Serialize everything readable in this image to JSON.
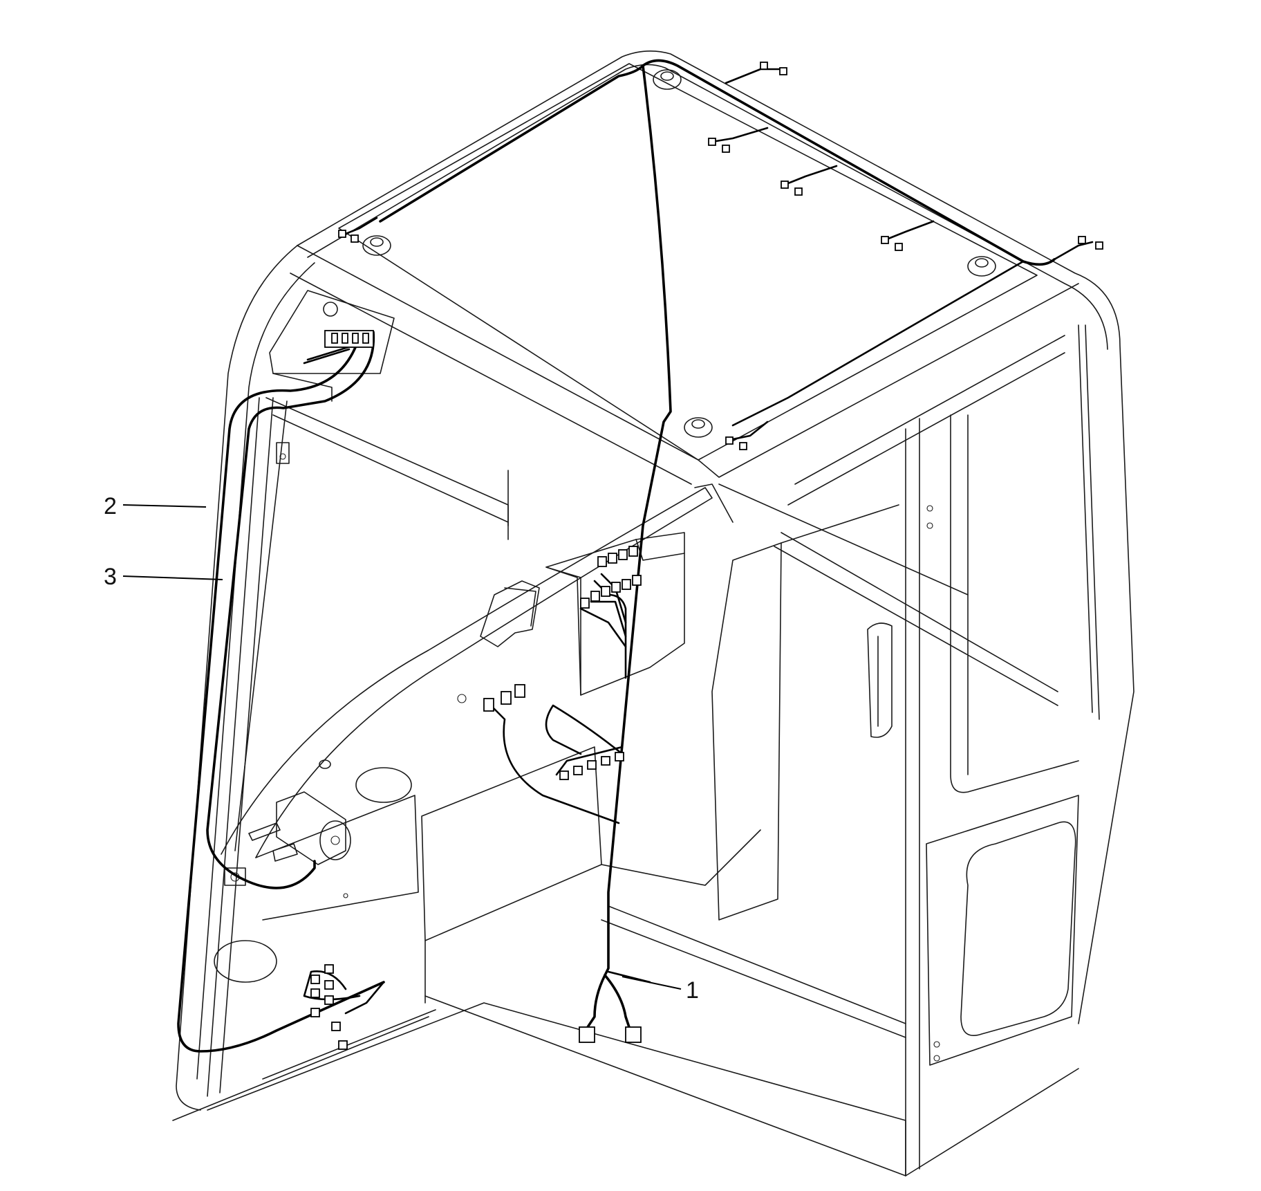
{
  "callouts": [
    {
      "id": "callout-1",
      "text": "1"
    },
    {
      "id": "callout-2",
      "text": "2"
    },
    {
      "id": "callout-3",
      "text": "3"
    }
  ],
  "colors": {
    "line": "#1a1a1a",
    "wire": "#000000",
    "background": "#ffffff"
  }
}
